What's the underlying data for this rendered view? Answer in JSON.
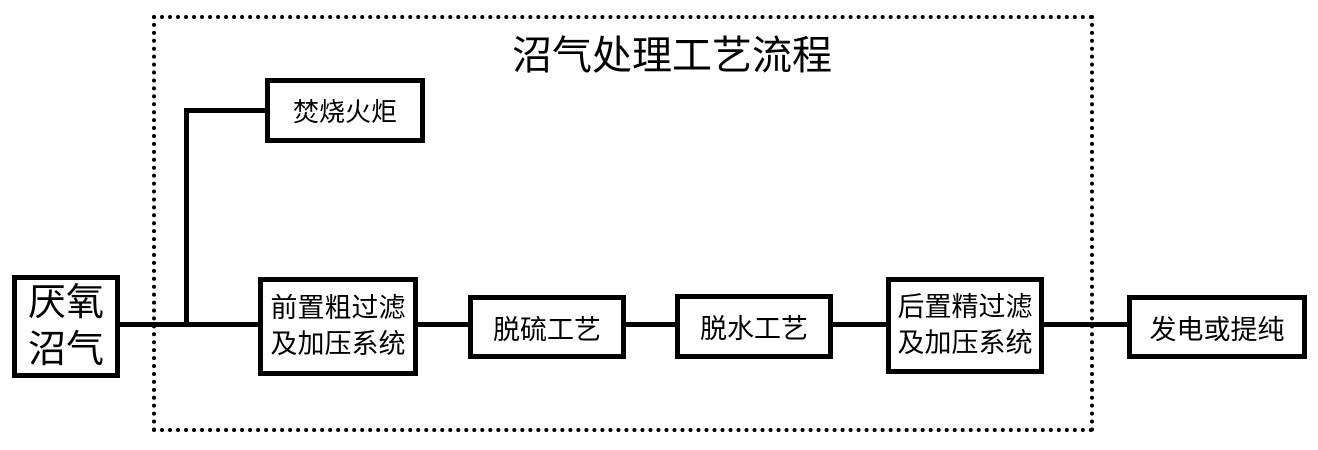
{
  "diagram": {
    "title": "沼气处理工艺流程",
    "colors": {
      "background": "#ffffff",
      "line": "#000000",
      "text": "#000000"
    }
  },
  "nodes": {
    "anaerobic_biogas": {
      "label": "厌氧\n沼气"
    },
    "flare": {
      "label": "焚烧火炬"
    },
    "pre_filter": {
      "label": "前置粗过滤\n及加压系统"
    },
    "desulfurization": {
      "label": "脱硫工艺"
    },
    "dewatering": {
      "label": "脱水工艺"
    },
    "post_filter": {
      "label": "后置精过滤\n及加压系统"
    },
    "output": {
      "label": "发电或提纯"
    }
  },
  "edges": [
    {
      "from": "anaerobic_biogas",
      "to": "flare"
    },
    {
      "from": "anaerobic_biogas",
      "to": "pre_filter"
    },
    {
      "from": "pre_filter",
      "to": "desulfurization"
    },
    {
      "from": "desulfurization",
      "to": "dewatering"
    },
    {
      "from": "dewatering",
      "to": "post_filter"
    },
    {
      "from": "post_filter",
      "to": "output"
    }
  ]
}
